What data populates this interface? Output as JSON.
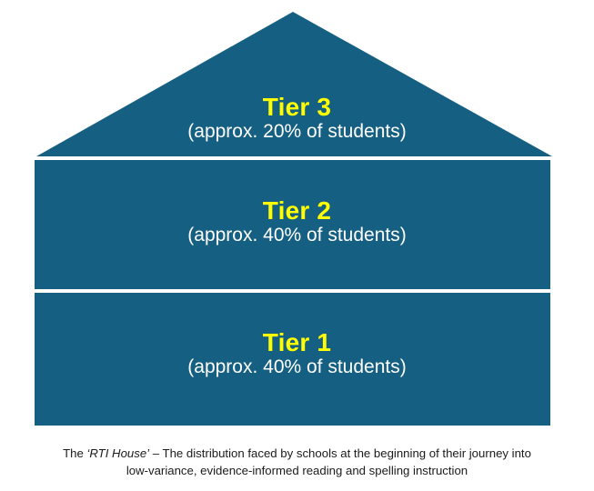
{
  "diagram": {
    "name": "RTI House",
    "type": "tiered-pyramid-house",
    "colors": {
      "body": "#155F82",
      "tier_label": "#FFFF00",
      "tier_sub": "#FFFFFF",
      "background": "#FFFFFF",
      "caption": "#1B1B1B"
    },
    "tiers": [
      {
        "id": "tier-3",
        "label": "Tier 3",
        "sublabel": "(approx. 20% of students)",
        "percent": 20,
        "shape": "roof"
      },
      {
        "id": "tier-2",
        "label": "Tier 2",
        "sublabel": "(approx. 40% of students)",
        "percent": 40,
        "shape": "band"
      },
      {
        "id": "tier-1",
        "label": "Tier 1",
        "sublabel": "(approx. 40% of students)",
        "percent": 40,
        "shape": "band"
      }
    ]
  },
  "caption": {
    "line1_prefix": "The ",
    "line1_emphasis": "‘RTI House’",
    "line1_suffix": " – The distribution faced by schools at the beginning of their journey into",
    "line2": "low-variance, evidence-informed reading and spelling instruction"
  }
}
